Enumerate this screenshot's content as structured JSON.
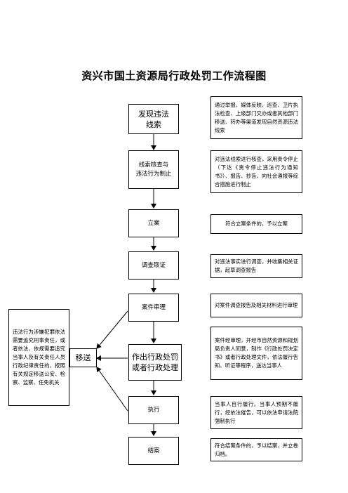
{
  "title": "资兴市国土资源局行政处罚工作流程图",
  "steps": [
    {
      "label": "发现违法\n线索"
    },
    {
      "label": "线索核查与\n违法行为制止"
    },
    {
      "label": "立案"
    },
    {
      "label": "调查取证"
    },
    {
      "label": "案件审理"
    },
    {
      "label": "作出行政处罚\n或者行政处理"
    },
    {
      "label": "执行"
    },
    {
      "label": "结案"
    }
  ],
  "notes": [
    "通过举报、媒体反映、巡查、卫片执法检查、上级部门交办或者其他部门移送、转办等渠道发现自然资源违法线索",
    "对违法线索进行核查，采用责令停止（下达《责令停止违法行为通知书》）、报告、抄告、向社会通报等综合措施进行制止",
    "符合立案条件的，予以立案",
    "对违法事实进行调查，并收集相关证据，起草调查报告",
    "对案件调查报告及相关材料进行审理",
    "案件经审理，并经市自然资源和规划局负责人同意，制作《行政处罚决定书》或者行政处理文件，依法履行告知、听证等程序，送达当事人",
    "当事人自行履行。当事人预期不履行，经依法催告，可以依法申请法院强制执行",
    "符合结案条件的，予以结案，并立卷归档。"
  ],
  "transfer": {
    "label": "移送",
    "note": "违法行为涉嫌犯罪依法需要追究刑事责任，或者依法、依规需要追究当事人及有关责任人员行政纪律责任的，按照有关规定移送公安、检察、监察、任免机关"
  }
}
